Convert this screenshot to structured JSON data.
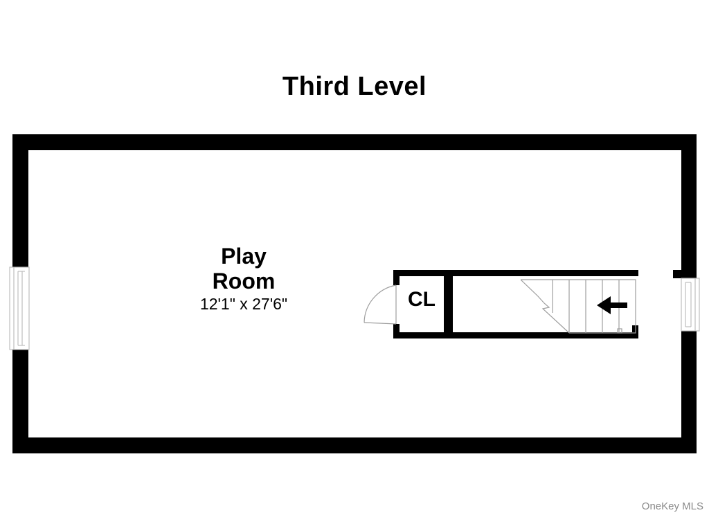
{
  "floor": {
    "title": "Third Level"
  },
  "rooms": [
    {
      "name_line1": "Play",
      "name_line2": "Room",
      "dimensions": "12'1\" x 27'6\""
    },
    {
      "name": "CL"
    }
  ],
  "watermark": "OneKey MLS",
  "colors": {
    "wall": "#000000",
    "background": "#ffffff",
    "window": "#bdbdbd",
    "watermark": "#8a8a8a"
  },
  "icons": [
    "stairs-icon",
    "arrow-left-icon",
    "door-swing-icon",
    "window-icon"
  ]
}
